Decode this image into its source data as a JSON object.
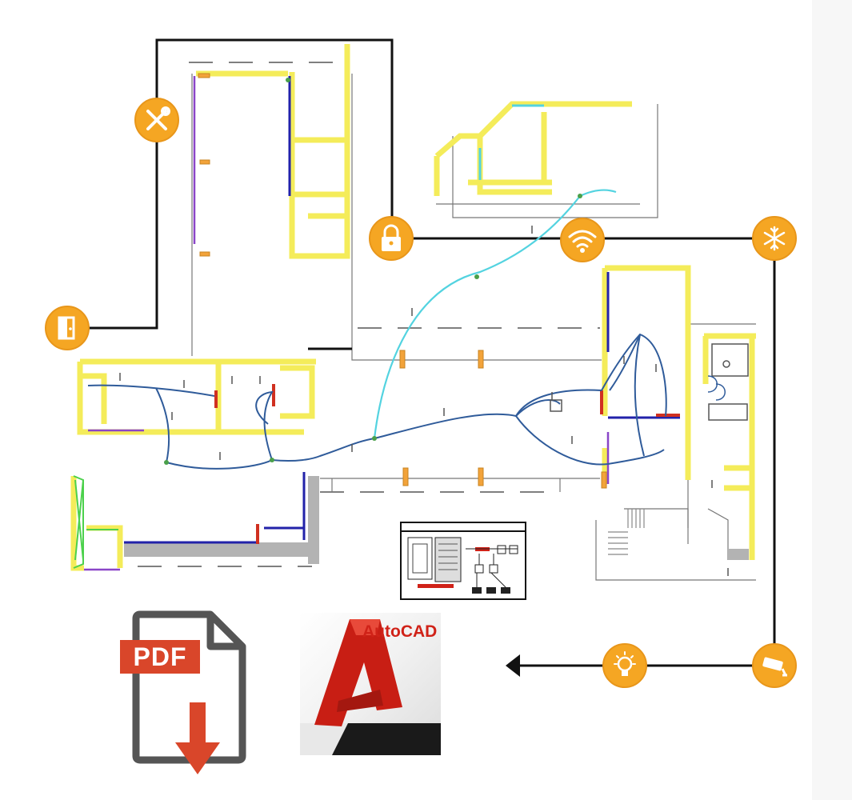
{
  "pdf": {
    "label": "PDF",
    "icon": "pdf-download-icon",
    "color": "#d9462a"
  },
  "autocad": {
    "name": "AutoCAD",
    "icon": "autocad-logo",
    "color": "#d02218"
  },
  "badges": [
    {
      "icon": "tools-icon"
    },
    {
      "icon": "door-icon"
    },
    {
      "icon": "lock-icon"
    },
    {
      "icon": "wifi-icon"
    },
    {
      "icon": "snowflake-icon"
    },
    {
      "icon": "lightbulb-icon"
    },
    {
      "icon": "security-camera-icon"
    }
  ],
  "colors": {
    "badge": "#f5a623",
    "wall": "#f4ec5a",
    "circuit": "#2f5b9a",
    "data_line": "#53d3e0",
    "connector": "#111111"
  }
}
